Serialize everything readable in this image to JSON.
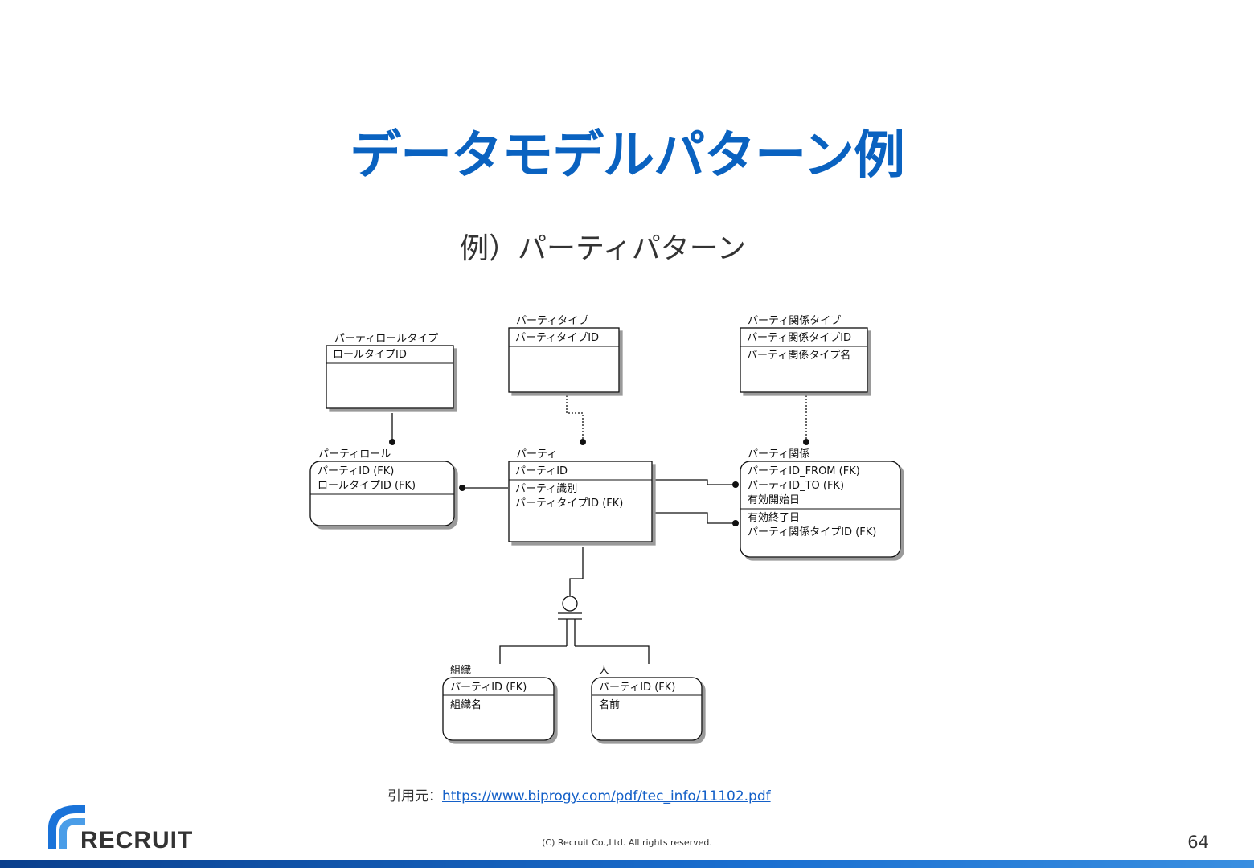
{
  "slide": {
    "title": "データモデルパターン例",
    "subtitle": "例）パーティパターン",
    "citation_label": "引用元：",
    "citation_url": "https://www.biprogy.com/pdf/tec_info/11102.pdf",
    "copyright": "(C) Recruit Co.,Ltd. All rights reserved.",
    "page_number": "64",
    "logo_text": "RECRUIT"
  },
  "diagram": {
    "party_role_type": {
      "title": "パーティロールタイプ",
      "key": "ロールタイプID"
    },
    "party_type": {
      "title": "パーティタイプ",
      "key": "パーティタイプID"
    },
    "party_relation_type": {
      "title": "パーティ関係タイプ",
      "key": "パーティ関係タイプID",
      "attr1": "パーティ関係タイプ名"
    },
    "party_role": {
      "title": "パーティロール",
      "key1": "パーティID (FK)",
      "key2": "ロールタイプID (FK)"
    },
    "party": {
      "title": "パーティ",
      "key": "パーティID",
      "attr1": "パーティ識別",
      "attr2": "パーティタイプID (FK)"
    },
    "party_relation": {
      "title": "パーティ関係",
      "key1": "パーティID_FROM (FK)",
      "key2": "パーティID_TO (FK)",
      "key3": "有効開始日",
      "attr1": "有効終了日",
      "attr2": "パーティ関係タイプID (FK)"
    },
    "organization": {
      "title": "組織",
      "key": "パーティID (FK)",
      "attr1": "組織名"
    },
    "person": {
      "title": "人",
      "key": "パーティID (FK)",
      "attr1": "名前"
    }
  },
  "colors": {
    "title": "#0a62c0",
    "link": "#1460c8",
    "bar": "#0a3f8c"
  }
}
